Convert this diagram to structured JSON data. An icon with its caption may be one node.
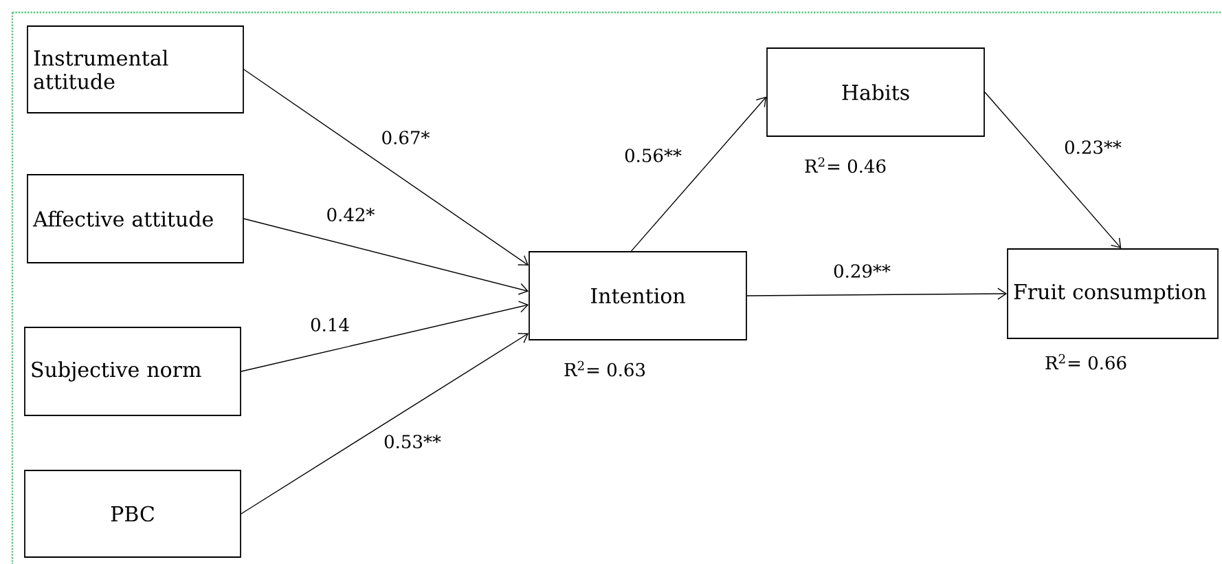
{
  "diagram": {
    "nodes": [
      {
        "text": [
          "Instrumental attitude"
        ]
      },
      {
        "text": [
          "Affective attitude"
        ]
      },
      {
        "text": [
          "Subjective norm"
        ]
      },
      {
        "text": [
          "PBC"
        ]
      },
      {
        "text": [
          "Intention"
        ],
        "beside": [
          "R$^{2}$= 0.63"
        ]
      },
      {
        "text": [
          "Habits"
        ],
        "beside": [
          "R$^{2}$= 0.46"
        ]
      },
      {
        "text": [
          "Fruit consumption"
        ],
        "beside": [
          "R$^{2}$= 0.66"
        ]
      }
    ],
    "edges": [
      {
        "from": 0,
        "to": 4,
        "arrow": "to",
        "label": "0.67*"
      },
      {
        "from": 1,
        "to": 4,
        "arrow": "to",
        "label": "0.42*"
      },
      {
        "from": 2,
        "to": 4,
        "arrow": "to",
        "label": "0.14"
      },
      {
        "from": 3,
        "to": 4,
        "arrow": "to",
        "label": "0.53**"
      },
      {
        "from": 4,
        "to": 5,
        "arrow": "to",
        "label": "0.56**"
      },
      {
        "from": 5,
        "to": 6,
        "arrow": "to",
        "label": "0.23**"
      },
      {
        "from": 4,
        "to": 6,
        "arrow": "to",
        "label": "0.29**"
      }
    ]
  }
}
